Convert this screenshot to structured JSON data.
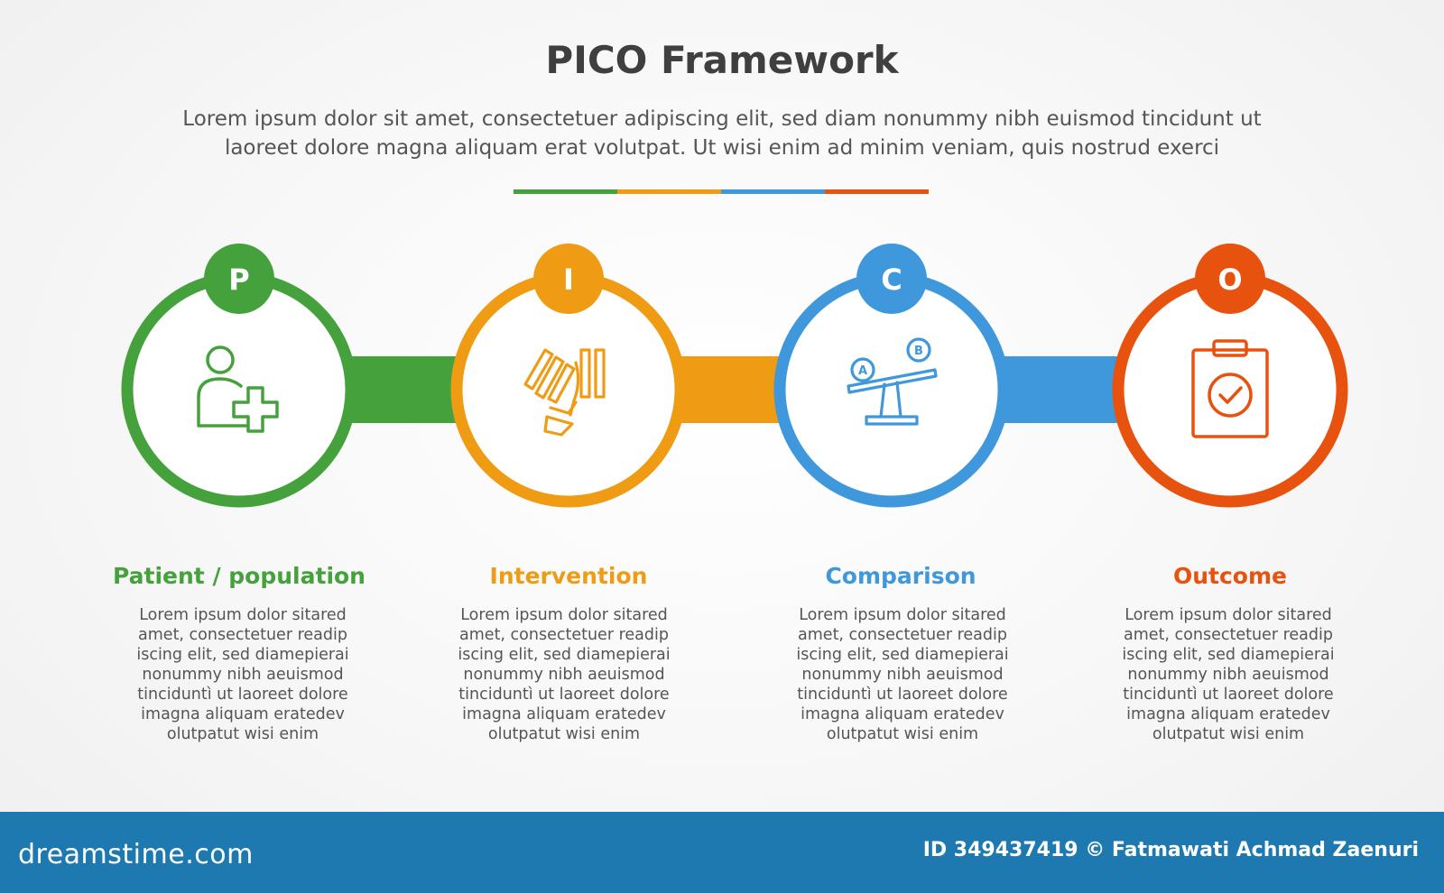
{
  "header": {
    "title": "PICO Framework",
    "subtitle_line1": "Lorem ipsum dolor sit amet, consectetuer adipiscing elit, sed diam nonummy nibh euismod tincidunt ut",
    "subtitle_line2": "laoreet dolore magna aliquam erat volutpat. Ut wisi enim ad minim veniam, quis nostrud exerci"
  },
  "steps": [
    {
      "letter": "P",
      "title": "Patient / population",
      "color": "#45a13b",
      "icon": "person-plus-icon",
      "text": "Lorem ipsum dolor sitared amet, consectetuer readip iscing elit, sed diamepierai nonummy nibh  aeuismod tinciduntì ut laoreet dolore imagna aliquam eratedev olutpatut wisi enim"
    },
    {
      "letter": "I",
      "title": "Intervention",
      "color": "#ef9c14",
      "icon": "hand-intervention-icon",
      "text": "Lorem ipsum dolor sitared amet, consectetuer readip iscing elit, sed diamepierai nonummy nibh  aeuismod tinciduntì ut laoreet dolore imagna aliquam eratedev olutpatut wisi enim"
    },
    {
      "letter": "C",
      "title": "Comparison",
      "color": "#3f98dc",
      "icon": "seesaw-ab-icon",
      "text": "Lorem ipsum dolor sitared amet, consectetuer readip iscing elit, sed diamepierai nonummy nibh  aeuismod tinciduntì ut laoreet dolore imagna aliquam eratedev olutpatut wisi enim"
    },
    {
      "letter": "O",
      "title": "Outcome",
      "color": "#e8520f",
      "icon": "clipboard-check-icon",
      "text": "Lorem ipsum dolor sitared amet, consectetuer readip iscing elit, sed diamepierai nonummy nibh  aeuismod tinciduntì ut laoreet dolore imagna aliquam eratedev olutpatut wisi enim"
    }
  ],
  "footer": {
    "brand": "dreamstime.com",
    "credit": "ID 349437419 © Fatmawati  Achmad Zaenuri"
  }
}
